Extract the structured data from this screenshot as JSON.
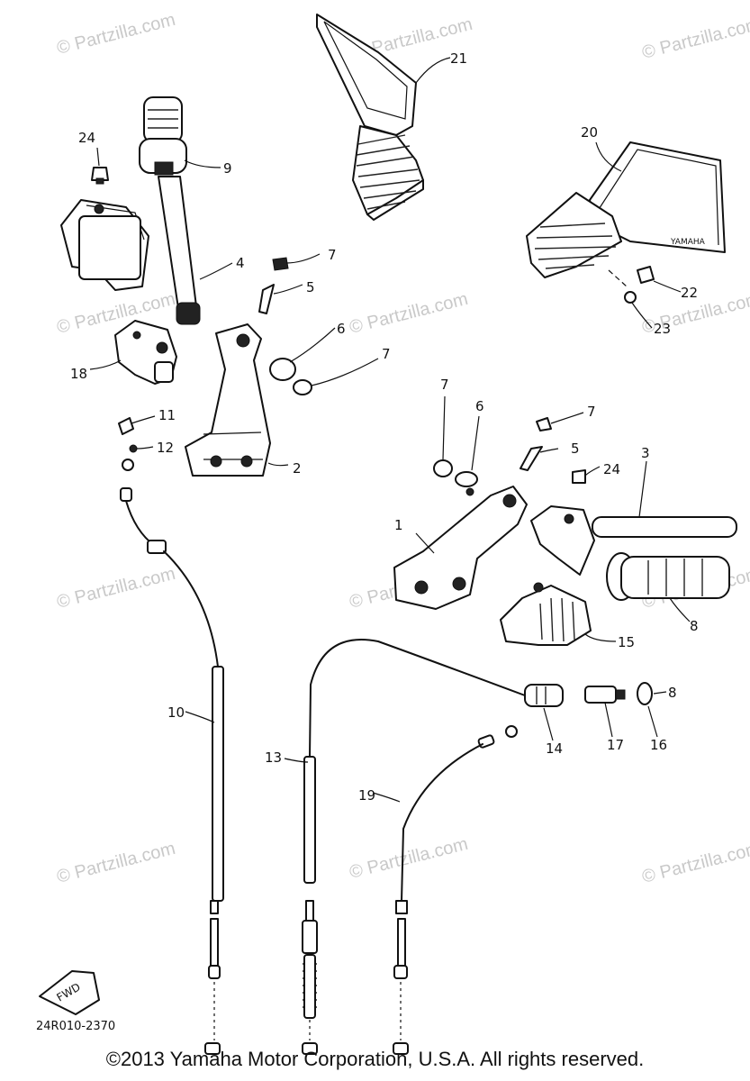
{
  "watermark_text": "© Partzilla.com",
  "callouts": {
    "c1": "1",
    "c2": "2",
    "c3": "3",
    "c4": "4",
    "c5a": "5",
    "c5b": "5",
    "c6a": "6",
    "c6b": "6",
    "c7a": "7",
    "c7b": "7",
    "c7c": "7",
    "c7d": "7",
    "c8a": "8",
    "c8b": "8",
    "c9": "9",
    "c10": "10",
    "c11": "11",
    "c12": "12",
    "c13": "13",
    "c14": "14",
    "c15": "15",
    "c16": "16",
    "c17": "17",
    "c18": "18",
    "c19": "19",
    "c20": "20",
    "c21": "21",
    "c22": "22",
    "c23": "23",
    "c24a": "24",
    "c24b": "24"
  },
  "mirror_brand_text": "YAMAHA",
  "fwd_badge_text": "FWD",
  "drawing_code": "24R010-2370",
  "copyright": "©2013  Yamaha Motor Corporation, U.S.A. All rights reserved.",
  "colors": {
    "ink": "#111111",
    "watermark": "#c9c9c9",
    "background": "#ffffff"
  }
}
